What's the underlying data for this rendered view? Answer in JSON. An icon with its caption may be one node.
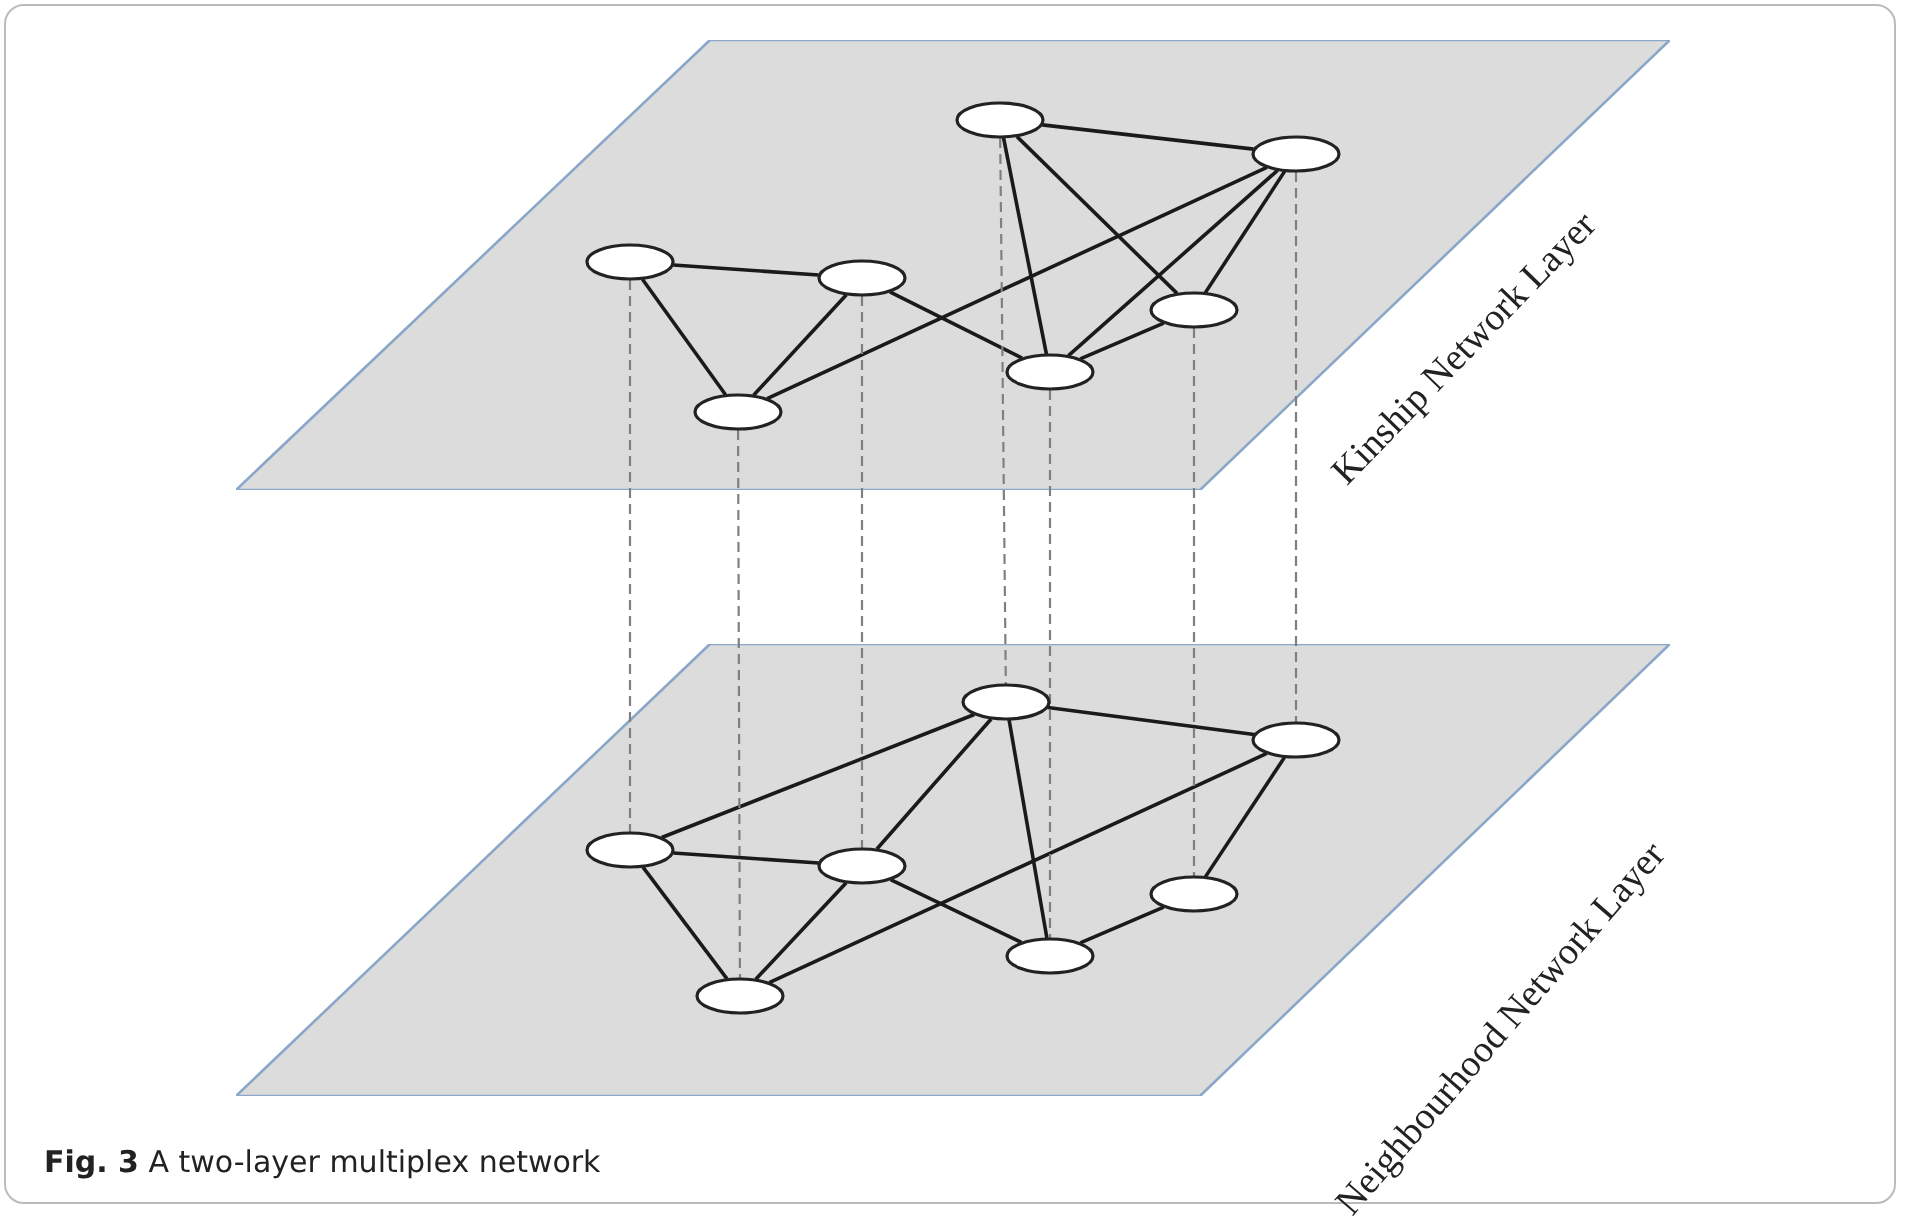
{
  "diagram": {
    "caption": "**Fig. 3** A two-layer multiplex network",
    "nodes": [
      {
        "text": [
          "Kinship Network Layer"
        ]
      },
      {
        "text": [],
        "shape": "ellipse",
        "in": 0
      },
      {
        "text": [],
        "shape": "ellipse",
        "in": 0
      },
      {
        "text": [],
        "shape": "ellipse",
        "in": 0
      },
      {
        "text": [],
        "shape": "ellipse",
        "in": 0
      },
      {
        "text": [],
        "shape": "ellipse",
        "in": 0
      },
      {
        "text": [],
        "shape": "ellipse",
        "in": 0
      },
      {
        "text": [],
        "shape": "ellipse",
        "in": 0
      },
      {
        "text": [
          "Neighbourhood Network Layer"
        ]
      },
      {
        "text": [],
        "shape": "ellipse",
        "in": 8
      },
      {
        "text": [],
        "shape": "ellipse",
        "in": 8
      },
      {
        "text": [],
        "shape": "ellipse",
        "in": 8
      },
      {
        "text": [],
        "shape": "ellipse",
        "in": 8
      },
      {
        "text": [],
        "shape": "ellipse",
        "in": 8
      },
      {
        "text": [],
        "shape": "ellipse",
        "in": 8
      },
      {
        "text": [],
        "shape": "ellipse",
        "in": 8
      }
    ],
    "edges": [
      {
        "from": 3,
        "to": 4,
        "arrow": "none"
      },
      {
        "from": 3,
        "to": 7,
        "arrow": "none"
      },
      {
        "from": 4,
        "to": 7,
        "arrow": "none"
      },
      {
        "from": 4,
        "to": 6,
        "arrow": "none"
      },
      {
        "from": 7,
        "to": 2,
        "arrow": "none"
      },
      {
        "from": 1,
        "to": 2,
        "arrow": "none"
      },
      {
        "from": 1,
        "to": 6,
        "arrow": "none"
      },
      {
        "from": 1,
        "to": 5,
        "arrow": "none"
      },
      {
        "from": 2,
        "to": 6,
        "arrow": "none"
      },
      {
        "from": 2,
        "to": 5,
        "arrow": "none"
      },
      {
        "from": 5,
        "to": 6,
        "arrow": "none"
      },
      {
        "from": 11,
        "to": 9,
        "arrow": "none"
      },
      {
        "from": 11,
        "to": 12,
        "arrow": "none"
      },
      {
        "from": 11,
        "to": 15,
        "arrow": "none"
      },
      {
        "from": 12,
        "to": 15,
        "arrow": "none"
      },
      {
        "from": 12,
        "to": 9,
        "arrow": "none"
      },
      {
        "from": 12,
        "to": 14,
        "arrow": "none"
      },
      {
        "from": 15,
        "to": 10,
        "arrow": "none"
      },
      {
        "from": 9,
        "to": 14,
        "arrow": "none"
      },
      {
        "from": 9,
        "to": 10,
        "arrow": "none"
      },
      {
        "from": 10,
        "to": 13,
        "arrow": "none"
      },
      {
        "from": 13,
        "to": 14,
        "arrow": "none"
      },
      {
        "from": 3,
        "to": 11,
        "arrow": "none",
        "style": "dashed",
        "color": "#808080"
      },
      {
        "from": 7,
        "to": 15,
        "arrow": "none",
        "style": "dashed",
        "color": "#808080"
      },
      {
        "from": 4,
        "to": 12,
        "arrow": "none",
        "style": "dashed",
        "color": "#808080"
      },
      {
        "from": 1,
        "to": 9,
        "arrow": "none",
        "style": "dashed",
        "color": "#808080"
      },
      {
        "from": 6,
        "to": 14,
        "arrow": "none",
        "style": "dashed",
        "color": "#808080"
      },
      {
        "from": 5,
        "to": 13,
        "arrow": "none",
        "style": "dashed",
        "color": "#808080"
      },
      {
        "from": 2,
        "to": 10,
        "arrow": "none",
        "style": "dashed",
        "color": "#808080"
      }
    ]
  }
}
